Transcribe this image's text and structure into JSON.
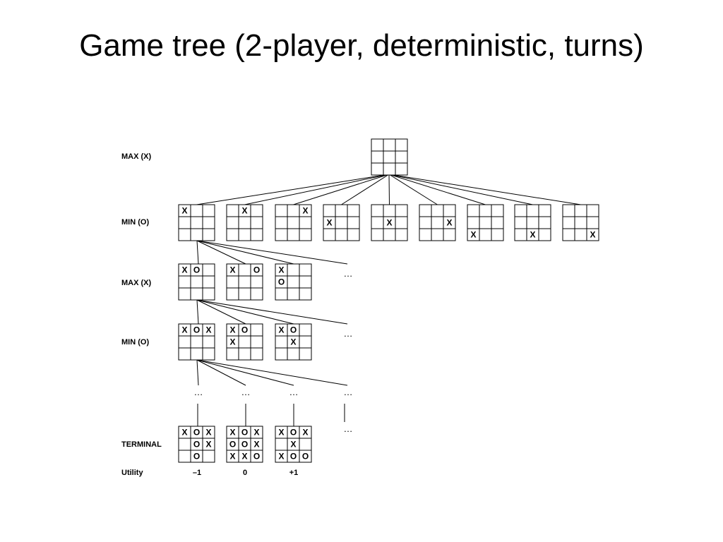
{
  "slide": {
    "title": "Game tree (2-player, deterministic, turns)"
  },
  "levels": [
    {
      "label": "MAX (X)"
    },
    {
      "label": "MIN (O)"
    },
    {
      "label": "MAX (X)"
    },
    {
      "label": "MIN (O)"
    },
    {
      "label": "TERMINAL"
    },
    {
      "label": "Utility"
    }
  ],
  "ellipsis": "…",
  "boards": [
    {
      "id": "root",
      "cells": [
        "",
        "",
        "",
        "",
        "",
        "",
        "",
        "",
        ""
      ]
    },
    {
      "id": "min-1",
      "cells": [
        "X",
        "",
        "",
        "",
        "",
        "",
        "",
        "",
        ""
      ]
    },
    {
      "id": "min-2",
      "cells": [
        "",
        "X",
        "",
        "",
        "",
        "",
        "",
        "",
        ""
      ]
    },
    {
      "id": "min-3",
      "cells": [
        "",
        "",
        "X",
        "",
        "",
        "",
        "",
        "",
        ""
      ]
    },
    {
      "id": "min-4",
      "cells": [
        "",
        "",
        "",
        "X",
        "",
        "",
        "",
        "",
        ""
      ]
    },
    {
      "id": "min-5",
      "cells": [
        "",
        "",
        "",
        "",
        "X",
        "",
        "",
        "",
        ""
      ]
    },
    {
      "id": "min-6",
      "cells": [
        "",
        "",
        "",
        "",
        "",
        "X",
        "",
        "",
        ""
      ]
    },
    {
      "id": "min-7",
      "cells": [
        "",
        "",
        "",
        "",
        "",
        "",
        "X",
        "",
        ""
      ]
    },
    {
      "id": "min-8",
      "cells": [
        "",
        "",
        "",
        "",
        "",
        "",
        "",
        "X",
        ""
      ]
    },
    {
      "id": "min-9",
      "cells": [
        "",
        "",
        "",
        "",
        "",
        "",
        "",
        "",
        "X"
      ]
    },
    {
      "id": "max2-1",
      "cells": [
        "X",
        "O",
        "",
        "",
        "",
        "",
        "",
        "",
        ""
      ]
    },
    {
      "id": "max2-2",
      "cells": [
        "X",
        "",
        "O",
        "",
        "",
        "",
        "",
        "",
        ""
      ]
    },
    {
      "id": "max2-3",
      "cells": [
        "X",
        "",
        "",
        "O",
        "",
        "",
        "",
        "",
        ""
      ]
    },
    {
      "id": "min2-1",
      "cells": [
        "X",
        "O",
        "X",
        "",
        "",
        "",
        "",
        "",
        ""
      ]
    },
    {
      "id": "min2-2",
      "cells": [
        "X",
        "O",
        "",
        "X",
        "",
        "",
        "",
        "",
        ""
      ]
    },
    {
      "id": "min2-3",
      "cells": [
        "X",
        "O",
        "",
        "",
        "X",
        "",
        "",
        "",
        ""
      ]
    },
    {
      "id": "term-1",
      "cells": [
        "X",
        "O",
        "X",
        "",
        "O",
        "X",
        "",
        "O",
        ""
      ]
    },
    {
      "id": "term-2",
      "cells": [
        "X",
        "O",
        "X",
        "O",
        "O",
        "X",
        "X",
        "X",
        "O"
      ]
    },
    {
      "id": "term-3",
      "cells": [
        "X",
        "O",
        "X",
        "",
        "X",
        "",
        "X",
        "O",
        "O"
      ]
    }
  ],
  "utilities": [
    "–1",
    "0",
    "+1"
  ]
}
